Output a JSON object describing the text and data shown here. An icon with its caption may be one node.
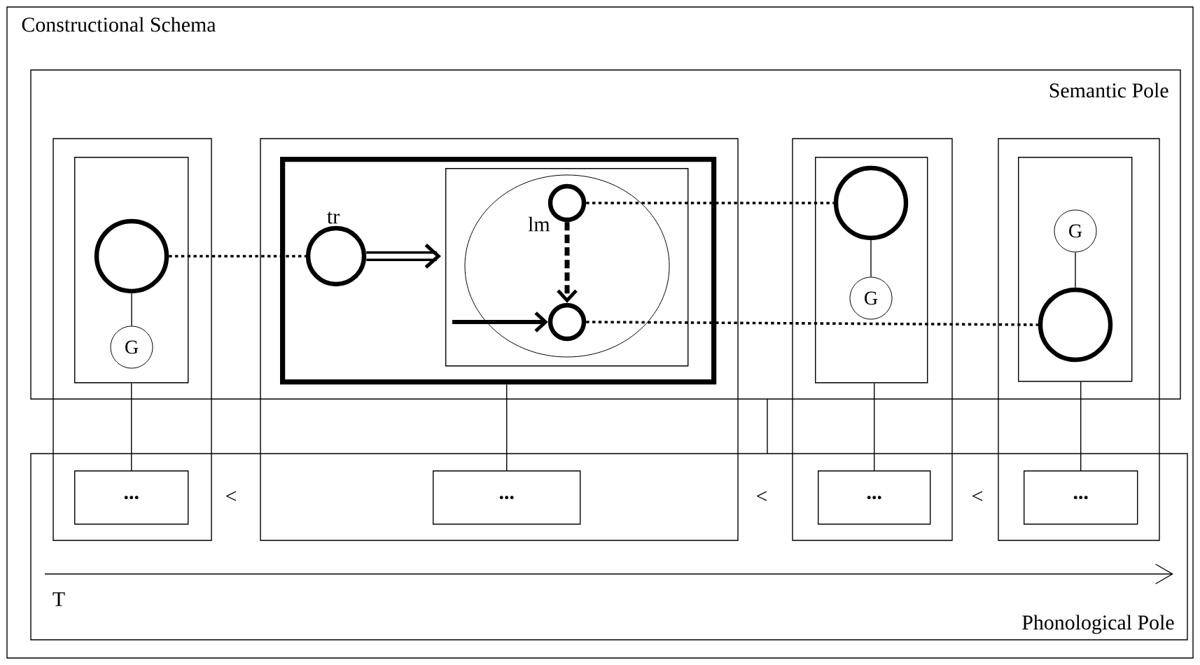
{
  "diagram": {
    "nodes": [
      {
        "text": [],
        "shape": "box"
      },
      {
        "text": [],
        "shape": "circle",
        "in": 0
      },
      {
        "text": [
          "G"
        ],
        "in": 0
      },
      {
        "text": [],
        "shape": "box"
      },
      {
        "text": [],
        "shape": "circle",
        "beside": [
          "tr"
        ],
        "in": 3
      },
      {
        "text": [],
        "shape": "box",
        "in": 3
      },
      {
        "text": [],
        "shape": "circle",
        "in": 5
      },
      {
        "text": [],
        "shape": "circle",
        "beside": [
          "lm"
        ],
        "in": 6
      },
      {
        "text": [],
        "shape": "circle",
        "in": 6
      },
      {
        "text": [],
        "shape": "box"
      },
      {
        "text": [],
        "shape": "circle",
        "in": 9
      },
      {
        "text": [
          "G"
        ],
        "in": 9
      },
      {
        "text": [],
        "shape": "box"
      },
      {
        "text": [
          "G"
        ],
        "in": 12
      },
      {
        "text": [],
        "shape": "circle",
        "in": 12
      },
      {
        "text": [
          "..."
        ]
      },
      {
        "text": [
          "..."
        ]
      },
      {
        "text": [
          "..."
        ]
      },
      {
        "text": [
          "..."
        ]
      }
    ],
    "edges": [
      {
        "from": 1,
        "to": 4,
        "arrow": "none",
        "style": "dashed"
      },
      {
        "from": 4,
        "to": 5,
        "arrow": "to",
        "style": "thick"
      },
      {
        "from": 7,
        "to": 8,
        "arrow": "to",
        "style": "dashed"
      },
      {
        "from": null,
        "to": 8,
        "arrow": "to",
        "style": "thick"
      },
      {
        "from": 7,
        "to": 10,
        "arrow": "none",
        "style": "dashed"
      },
      {
        "from": 8,
        "to": 14,
        "arrow": "none",
        "style": "dashed"
      },
      {
        "from": 1,
        "to": 2,
        "arrow": "none"
      },
      {
        "from": 10,
        "to": 11,
        "arrow": "none"
      },
      {
        "from": 13,
        "to": 14,
        "arrow": "none"
      },
      {
        "from": 0,
        "to": 15,
        "arrow": "none"
      },
      {
        "from": 3,
        "to": 16,
        "arrow": "none"
      },
      {
        "from": 9,
        "to": 17,
        "arrow": "none"
      },
      {
        "from": 12,
        "to": 18,
        "arrow": "none"
      }
    ],
    "labels": [
      "Constructional Schema",
      "Semantic Pole",
      "<",
      "<",
      "<",
      "T",
      "Phonological Pole"
    ]
  }
}
